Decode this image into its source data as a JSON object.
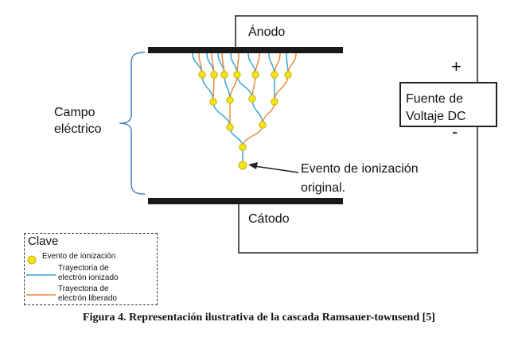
{
  "labels": {
    "anode": "Ánodo",
    "cathode": "Cátodo",
    "field_line1": "Campo",
    "field_line2": "eléctrico",
    "source_line1": "Fuente de",
    "source_line2": "Voltaje DC",
    "plus": "+",
    "minus": "-",
    "event_line1": "Evento de ionización",
    "event_line2": "original."
  },
  "legend": {
    "title": "Clave",
    "ionization_event": "Evento de ionización",
    "ionized_line1": "Trayectoria de",
    "ionized_line2": "electrón ionizado",
    "freed_line1": "Trayectoria de",
    "freed_line2": "electrón liberado"
  },
  "caption": "Figura 4. Representación ilustrativa de la cascada Ramsauer-townsend [5]",
  "colors": {
    "ionized_path": "#3aa7d6",
    "freed_path": "#ee8a3c",
    "event_node": "#f4e21c",
    "node_stroke": "#c9b40a",
    "electrode": "#1a1a1a",
    "brace": "#4a7fc1"
  }
}
